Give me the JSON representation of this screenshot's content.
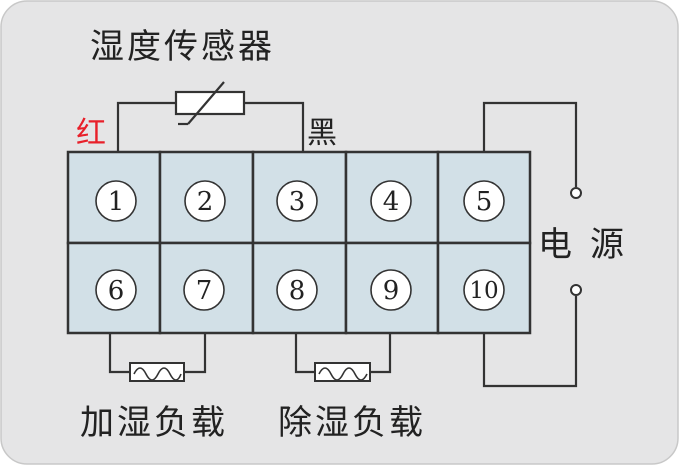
{
  "title": "湿度传感器",
  "wire_labels": {
    "red": "红",
    "black": "黑"
  },
  "power": {
    "label_1": "电",
    "label_2": "源"
  },
  "loads": {
    "humidify": "加湿负载",
    "dehumidify": "除湿负载"
  },
  "terminals": {
    "top_row": [
      "1",
      "2",
      "3",
      "4",
      "5"
    ],
    "bottom_row": [
      "6",
      "7",
      "8",
      "9",
      "10"
    ]
  },
  "colors": {
    "background": "#e5e5e6",
    "cell_fill": "#d2e0e7",
    "line": "#333333",
    "red_label": "#e8202a"
  }
}
